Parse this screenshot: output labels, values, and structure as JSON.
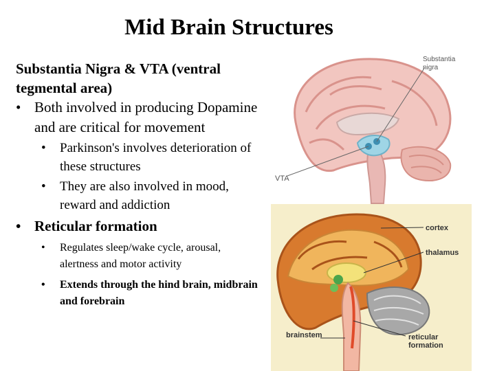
{
  "slide": {
    "title": "Mid Brain Structures",
    "lead": "Substantia Nigra & VTA (ventral tegmental area)",
    "bullets": [
      {
        "text": "Both involved in producing Dopamine and are critical for movement"
      },
      {
        "text": "Parkinson's involves deterioration of these structures"
      },
      {
        "text": "They are also involved in mood, reward and addiction"
      },
      {
        "text": "Reticular formation"
      },
      {
        "text": "Regulates sleep/wake cycle, arousal, alertness and motor activity"
      },
      {
        "text": "Extends through the hind brain, midbrain and forebrain"
      }
    ],
    "bullet_glyph": "•"
  },
  "figure_top": {
    "labels": {
      "substantia_a": "Substantia",
      "substantia_b": "nigra",
      "vta": "VTA"
    }
  },
  "figure_bottom": {
    "labels": {
      "cortex": "cortex",
      "thalamus": "thalamus",
      "brainstem": "brainstem",
      "reticular_a": "reticular",
      "reticular_b": "formation"
    }
  }
}
